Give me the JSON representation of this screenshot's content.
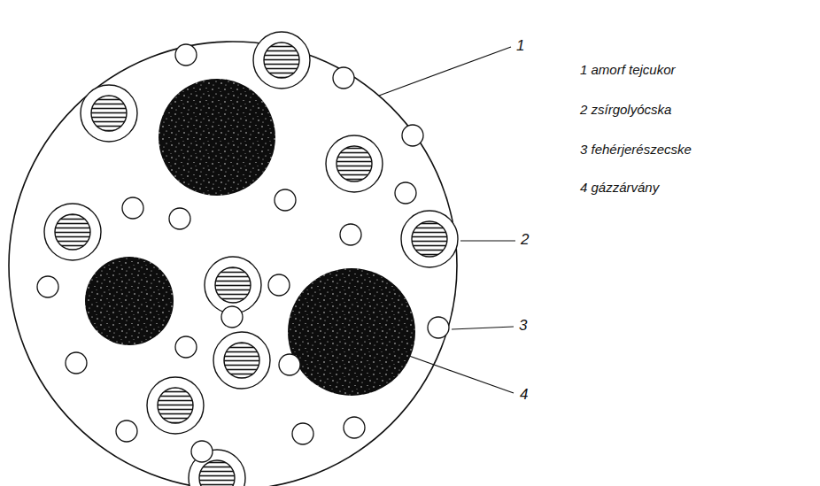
{
  "diagram": {
    "labels": [
      "1",
      "2",
      "3",
      "4",
      "1 amorf tejcukor",
      "2 zsírgolyócska",
      "3 fehérjerészecske",
      "4 gázzárvány"
    ]
  }
}
